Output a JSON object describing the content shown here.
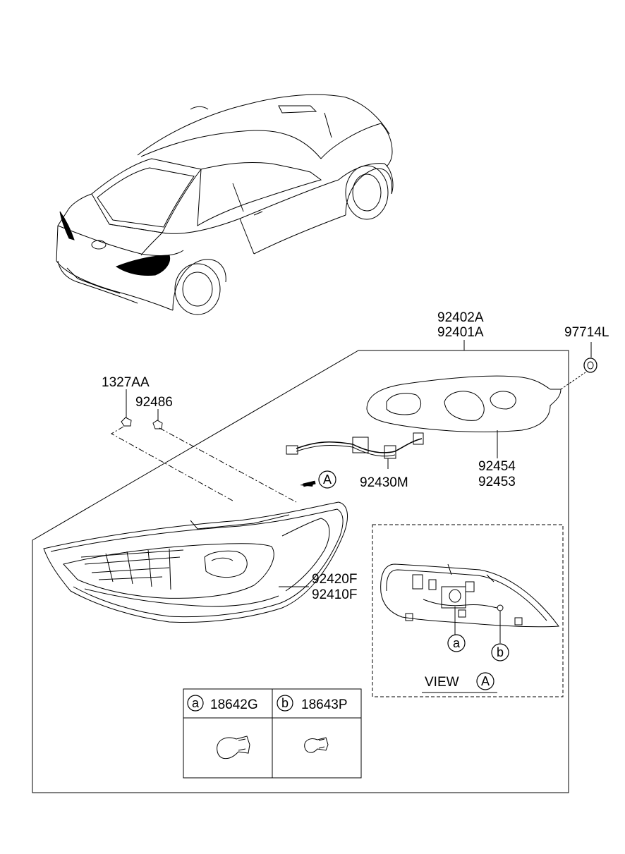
{
  "parts": {
    "lamp_assy_1": "92402A",
    "lamp_assy_2": "92401A",
    "nut": "97714L",
    "screw": "1327AA",
    "grommet": "92486",
    "gasket_1": "92454",
    "gasket_2": "92453",
    "socket_wiring": "92430M",
    "lens_housing_1": "92420F",
    "lens_housing_2": "92410F"
  },
  "view": {
    "label": "VIEW",
    "ref": "A",
    "arrow_ref": "A",
    "callout_a": "a",
    "callout_b": "b"
  },
  "bulb_table": {
    "col_a_letter": "a",
    "col_a_part": "18642G",
    "col_b_letter": "b",
    "col_b_part": "18643P"
  }
}
